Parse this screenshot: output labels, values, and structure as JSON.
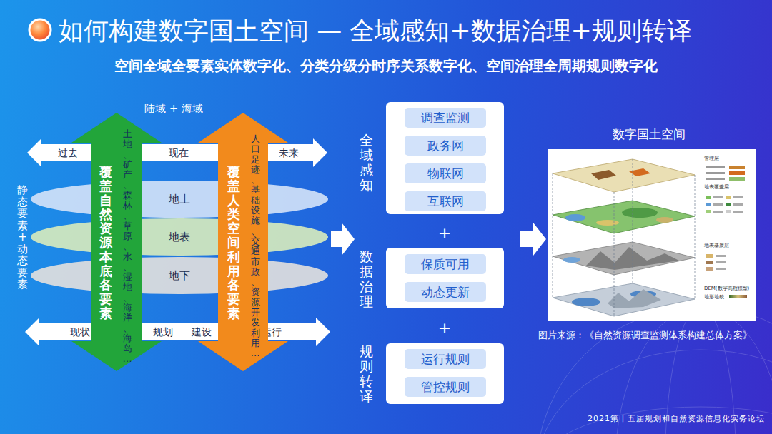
{
  "diagram": {
    "title": "如何构建数字国土空间 — 全域感知+数据治理+规则转译",
    "nodes": [
      {
        "text": [
          "过去",
          "现在",
          "未来"
        ]
      },
      {
        "text": [
          "地上"
        ]
      },
      {
        "text": [
          "地表"
        ]
      },
      {
        "text": [
          "地下"
        ]
      },
      {
        "text": [
          "覆盖自然资源本底各要素",
          "土地、矿产、森林、草原、水、湿地、海洋、海岛…"
        ]
      },
      {
        "text": [
          "覆盖人类空间利用各要素",
          "人口足迹、基础设施、交通市政、资源开发利用…"
        ]
      },
      {
        "text": [
          "现状",
          "规划",
          "建设",
          "运行"
        ]
      },
      {
        "text": [
          "全域感知"
        ]
      },
      {
        "text": [
          "调查监测"
        ],
        "in": 7
      },
      {
        "text": [
          "政务网"
        ],
        "in": 7
      },
      {
        "text": [
          "物联网"
        ],
        "in": 7
      },
      {
        "text": [
          "互联网"
        ],
        "in": 7
      },
      {
        "text": [
          "数据治理"
        ]
      },
      {
        "text": [
          "保质可用"
        ],
        "in": 12
      },
      {
        "text": [
          "动态更新"
        ],
        "in": 12
      },
      {
        "text": [
          "规则转译"
        ]
      },
      {
        "text": [
          "运行规则"
        ],
        "in": 15
      },
      {
        "text": [
          "管控规则"
        ],
        "in": 15
      },
      {
        "text": [
          "数字国土空间"
        ]
      }
    ],
    "labels": [
      "空间全域全要素实体数字化、分类分级分时序关系数字化、空间治理全周期规则数字化",
      "陆域 + 海域",
      "静态要素+动态要素",
      "+",
      "+",
      "管理层",
      "地表覆盖层",
      "地表基质层",
      "DEM(数字高程模型)",
      "地形地貌",
      "图片来源：《自然资源调查监测体系构建总体方案》",
      "2021第十五届规划和自然资源信息化实务论坛"
    ]
  }
}
